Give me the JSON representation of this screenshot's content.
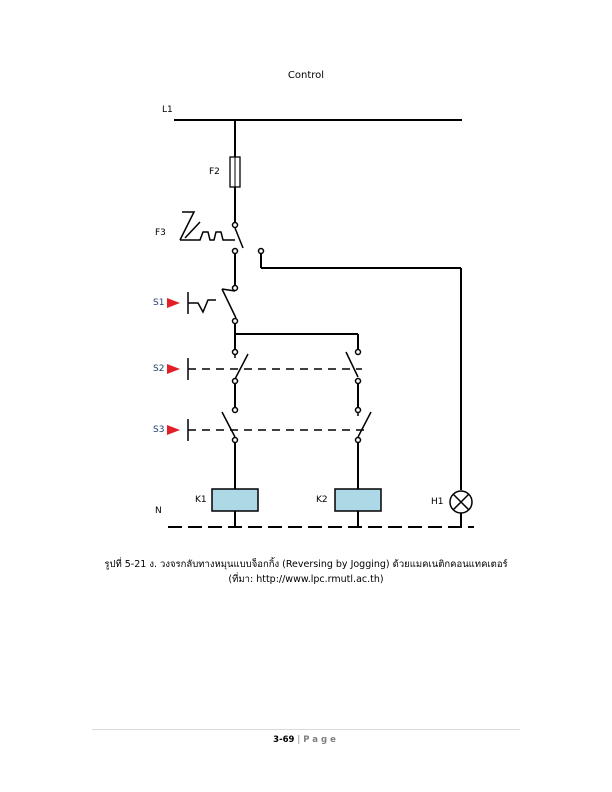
{
  "header": {
    "title": "Control"
  },
  "diagram": {
    "labels": {
      "l1": "L1",
      "n": "N",
      "f2": "F2",
      "f3": "F3",
      "s1": "S1",
      "s2": "S2",
      "s3": "S3",
      "k1": "K1",
      "k2": "K2",
      "h1": "H1"
    },
    "colors": {
      "line": "#000000",
      "coil_fill": "#add8e6",
      "arrow": "#e41e26",
      "switch_label": "#1f3f6e"
    }
  },
  "caption": {
    "line1": "รูปที่ 5-21 ง. วงจรกลับทางหมุนแบบจ็อกกิ้ง (Reversing by Jogging) ด้วยแมคเนติกคอนแทคเตอร์",
    "line2": "(ที่มา: http://www.lpc.rmutl.ac.th)"
  },
  "footer": {
    "page_number": "3-69",
    "separator": "|",
    "page_word": "Page"
  }
}
